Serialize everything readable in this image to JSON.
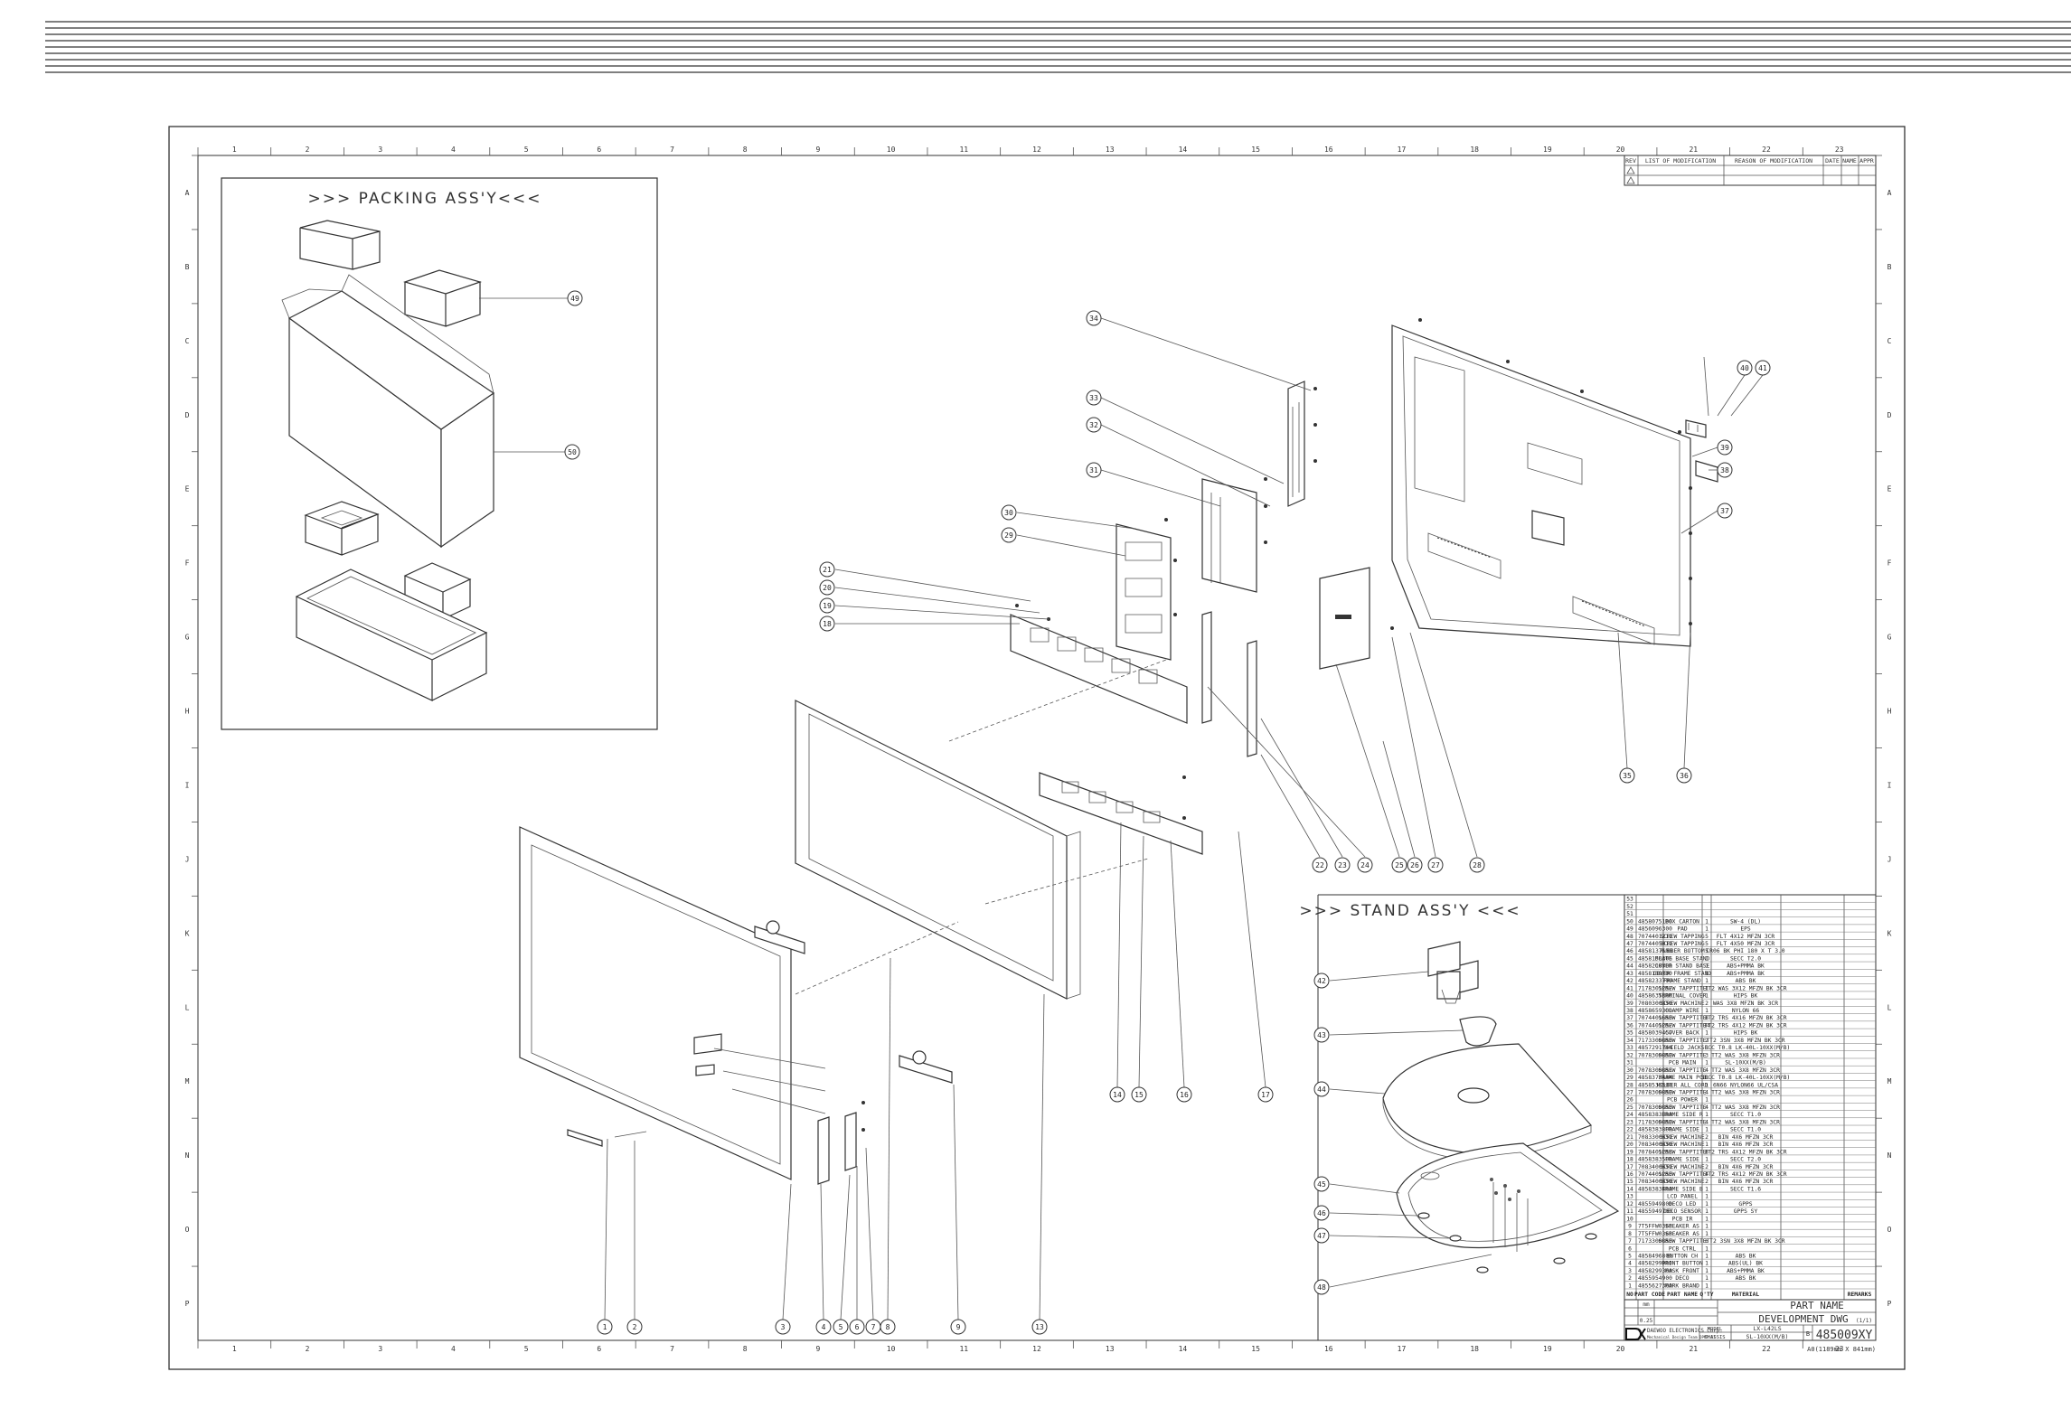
{
  "frame": {
    "col_labels": [
      "1",
      "2",
      "3",
      "4",
      "5",
      "6",
      "7",
      "8",
      "9",
      "10",
      "11",
      "12",
      "13",
      "14",
      "15",
      "16",
      "17",
      "18",
      "19",
      "20",
      "21",
      "22",
      "23"
    ],
    "row_labels": [
      "A",
      "B",
      "C",
      "D",
      "E",
      "F",
      "G",
      "H",
      "I",
      "J",
      "K",
      "L",
      "M",
      "N",
      "O",
      "P"
    ]
  },
  "rev_table": {
    "headers": [
      "REV",
      "LIST OF MODIFICATION",
      "REASON OF MODIFICATION",
      "DATE",
      "NAME",
      "APPR"
    ]
  },
  "packing": {
    "title": ">>> PACKING ASS'Y<<<",
    "callouts": [
      "49",
      "50"
    ]
  },
  "stand": {
    "title": ">>> STAND ASS'Y <<<",
    "callouts": [
      "42",
      "43",
      "44",
      "45",
      "46",
      "47",
      "48"
    ]
  },
  "callouts_main": [
    "1",
    "2",
    "3",
    "4",
    "5",
    "6",
    "7",
    "8",
    "9",
    "13",
    "14",
    "15",
    "16",
    "17",
    "18",
    "19",
    "20",
    "21",
    "22",
    "23",
    "24",
    "25",
    "26",
    "27",
    "28",
    "29",
    "30",
    "31",
    "32",
    "33",
    "34",
    "35",
    "36",
    "37",
    "38",
    "39",
    "40",
    "41"
  ],
  "bom": {
    "rows": [
      [
        "53",
        "",
        "",
        "",
        ""
      ],
      [
        "52",
        "",
        "",
        "",
        ""
      ],
      [
        "51",
        "",
        "",
        "",
        ""
      ],
      [
        "50",
        "4858075100",
        "BOX CARTON",
        "1",
        "SW-4 (DL)"
      ],
      [
        "49",
        "4856096300",
        "PAD",
        "1",
        "EPS"
      ],
      [
        "48",
        "7074401211",
        "SCREW TAPPING",
        "5",
        "FLT 4X12 MFZN 3CR"
      ],
      [
        "47",
        "7074405011",
        "SCREW TAPPING",
        "5",
        "FLT 4X50 MFZN 3CR"
      ],
      [
        "46",
        "4858137508",
        "RUBBER BOTTOM",
        "5",
        "CR06 BK PHI 180 X T 3.0"
      ],
      [
        "45",
        "4858150306",
        "PLATE BASE STAND",
        "1",
        "SECC T2.0"
      ],
      [
        "44",
        "4858218300",
        "COVER STAND BASE",
        "1",
        "ABS+PMMA BK"
      ],
      [
        "43",
        "4858109700",
        "COVER FRAME STAND",
        "1",
        "ABS+PMMA BK"
      ],
      [
        "42",
        "4858233700",
        "FRAME STAND",
        "1",
        "ABS BK"
      ],
      [
        "41",
        "7178301257",
        "SCREW TAPPTITE",
        "1",
        "TT2 WAS 3X12 MFZN BK 3CR"
      ],
      [
        "40",
        "4858635300",
        "TERMINAL COVER",
        "1",
        "HIPS BK"
      ],
      [
        "39",
        "7080300850",
        "SCREW MACHINE",
        "2",
        "WAS 3X8 MFZN BK 3CR"
      ],
      [
        "38",
        "4858659300",
        "CLAMP WIRE",
        "1",
        "NYLON 66"
      ],
      [
        "37",
        "7074401650",
        "SCREW TAPPTITE",
        "8",
        "TT2 TRS 4X16 MFZN BK 3CR"
      ],
      [
        "36",
        "7074401257",
        "SCREW TAPPTITE",
        "14",
        "TT2 TRS 4X12 MFZN BK 3CR"
      ],
      [
        "35",
        "4858039457",
        "COVER BACK",
        "1",
        "HIPS BK"
      ],
      [
        "34",
        "7173300850",
        "SCREW TAPPTITE",
        "2",
        "TT2 3SN 3X8 MFZN BK 3CR"
      ],
      [
        "33",
        "4857291764",
        "SHIELD JACK",
        "1",
        "SECC T0.8 LK-40L-10XX(M/B)"
      ],
      [
        "32",
        "7078300850",
        "SCREW TAPPTITE",
        "3",
        "TT2 WAS 3X8 MFZN 3CR"
      ],
      [
        "31",
        "",
        "PCB MAIN",
        "1",
        "SL-10XX(M/B)"
      ],
      [
        "30",
        "7078300851",
        "SCREW TAPPTITE",
        "4",
        "TT2 WAS 3X8 MFZN 3CR"
      ],
      [
        "29",
        "4858373404",
        "FRAME MAIN PCB",
        "1",
        "SECC T0.8 LK-40L-10XX(M/B)"
      ],
      [
        "28",
        "4858535500",
        "HOLDER ALL CORD",
        "1",
        "6N66 NYLON66 UL/CSA"
      ],
      [
        "27",
        "7078300850",
        "SCREW TAPPTITE",
        "4",
        "TT2 WAS 3X8 MFZN 3CR"
      ],
      [
        "26",
        "",
        "PCB POWER",
        "1",
        ""
      ],
      [
        "25",
        "7078300850",
        "SCREW TAPPTITE",
        "4",
        "TT2 WAS 3X8 MFZN 3CR"
      ],
      [
        "24",
        "4858383800",
        "FRAME SIDE R",
        "1",
        "SECC T1.0"
      ],
      [
        "23",
        "7178300850",
        "SCREW TAPPTITE",
        "4",
        "TT2 WAS 3X8 MFZN 3CR"
      ],
      [
        "22",
        "4858383800",
        "FRAME SIDE",
        "1",
        "SECC T1.0"
      ],
      [
        "21",
        "7083300651",
        "SCREW MACHINE",
        "2",
        "BIN 4X6 MFZN 3CR"
      ],
      [
        "20",
        "7083400650",
        "SCREW MACHINE",
        "1",
        "BIN 4X6 MFZN 3CR"
      ],
      [
        "19",
        "7078401258",
        "SCREW TAPPTITE",
        "8",
        "TT2 TRS 4X12 MFZN BK 3CR"
      ],
      [
        "18",
        "4858383500",
        "FRAME SIDE",
        "1",
        "SECC T2.0"
      ],
      [
        "17",
        "7083400651",
        "SCREW MACHINE",
        "2",
        "BIN 4X6 MFZN 3CR"
      ],
      [
        "16",
        "7074401250",
        "SCREW TAPPTITE",
        "4",
        "TT2 TRS 4X12 MFZN BK 3CR"
      ],
      [
        "15",
        "7083400650",
        "SCREW MACHINE",
        "2",
        "BIN 4X6 MFZN 3CR"
      ],
      [
        "14",
        "4858383400",
        "FRAME SIDE B",
        "1",
        "SECC T1.6"
      ],
      [
        "13",
        "",
        "LCD PANEL",
        "1",
        ""
      ],
      [
        "12",
        "4855949800",
        "DECO LED",
        "1",
        "GPPS"
      ],
      [
        "11",
        "4855949700",
        "DECO SENSOR",
        "1",
        "GPPS SY"
      ],
      [
        "10",
        "",
        "PCB IR",
        "1",
        ""
      ],
      [
        "9",
        "7T5FFW0368",
        "SPEAKER AS",
        "1",
        ""
      ],
      [
        "8",
        "7T5FFW0368",
        "SPEAKER AS",
        "1",
        ""
      ],
      [
        "7",
        "7173300850",
        "SCREW TAPPTITE",
        "6",
        "TT2 3SN 3X8 MFZN BK 3CR"
      ],
      [
        "6",
        "",
        "PCB CTRL",
        "1",
        ""
      ],
      [
        "5",
        "4858496800",
        "BUTTON CH",
        "1",
        "ABS BK"
      ],
      [
        "4",
        "4858299900",
        "PRINT BUTTON",
        "1",
        "ABS(UL) BK"
      ],
      [
        "3",
        "4858299300",
        "MASK FRONT",
        "1",
        "ABS+PMMA BK"
      ],
      [
        "2",
        "4855954900",
        "DECO",
        "1",
        "ABS BK"
      ],
      [
        "1",
        "4855627300",
        "MARK BRAND",
        "1",
        ""
      ]
    ],
    "header": [
      "NO",
      "PART CODE",
      "PART NAME",
      "Q'TY",
      "MATERIAL",
      "REMARKS"
    ]
  },
  "title_block": {
    "part_name_label": "PART NAME",
    "part_name": "DEVELOPMENT DWG",
    "sheet": "(1/1)",
    "units": "mm",
    "scale": "0.25",
    "company": "DAEWOO ELECTRONICS Corp.",
    "company_sub": "Mechanical Design Team DPMP II",
    "model_label": "MODEL",
    "model": "LX-L42LS",
    "chassis_label": "CHASSIS",
    "chassis": "SL-10XX(M/B)",
    "size_code": "B",
    "dwg_no": "485009XY",
    "paper": "A0(1189mm X 841mm)"
  }
}
